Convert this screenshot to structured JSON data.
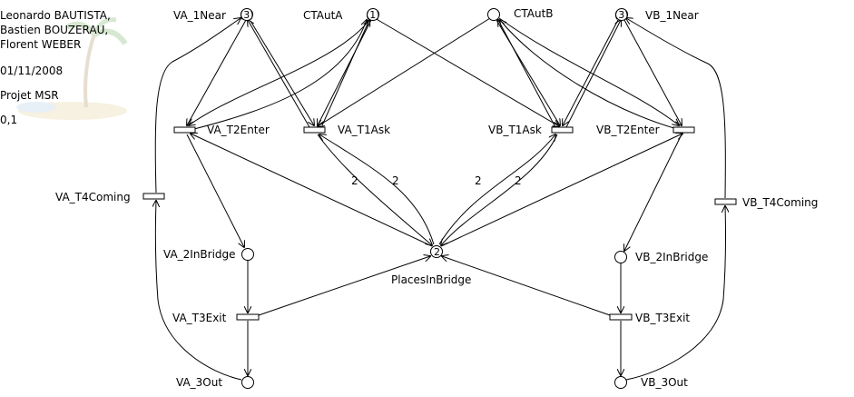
{
  "metadata": {
    "authors": [
      "Leonardo BAUTISTA,",
      "Bastien BOUZERAU,",
      "Florent WEBER"
    ],
    "date": "01/11/2008",
    "project": "Projet MSR",
    "version": "0,1"
  },
  "places": {
    "VA_1Near": {
      "label": "VA_1Near",
      "tokens": "(3)"
    },
    "CTAutA": {
      "label": "CTAutA",
      "tokens": "(1)"
    },
    "CTAutB": {
      "label": "CTAutB",
      "tokens": ""
    },
    "VB_1Near": {
      "label": "VB_1Near",
      "tokens": "(3)"
    },
    "VA_2InBridge": {
      "label": "VA_2InBridge",
      "tokens": ""
    },
    "VB_2InBridge": {
      "label": "VB_2InBridge",
      "tokens": ""
    },
    "PlacesInBridge": {
      "label": "PlacesInBridge",
      "tokens": "2"
    },
    "VA_3Out": {
      "label": "VA_3Out",
      "tokens": ""
    },
    "VB_3Out": {
      "label": "VB_3Out",
      "tokens": ""
    }
  },
  "transitions": {
    "VA_T2Enter": {
      "label": "VA_T2Enter"
    },
    "VA_T1Ask": {
      "label": "VA_T1Ask"
    },
    "VB_T1Ask": {
      "label": "VB_T1Ask"
    },
    "VB_T2Enter": {
      "label": "VB_T2Enter"
    },
    "VA_T4Coming": {
      "label": "VA_T4Coming"
    },
    "VB_T4Coming": {
      "label": "VB_T4Coming"
    },
    "VA_T3Exit": {
      "label": "VA_T3Exit"
    },
    "VB_T3Exit": {
      "label": "VB_T3Exit"
    }
  },
  "arc_weights": {
    "w1": "2",
    "w2": "2",
    "w3": "2",
    "w4": "2"
  },
  "colors": {
    "stroke": "#000000",
    "background": "#ffffff",
    "decoration_tint": "#e8d9a8"
  }
}
